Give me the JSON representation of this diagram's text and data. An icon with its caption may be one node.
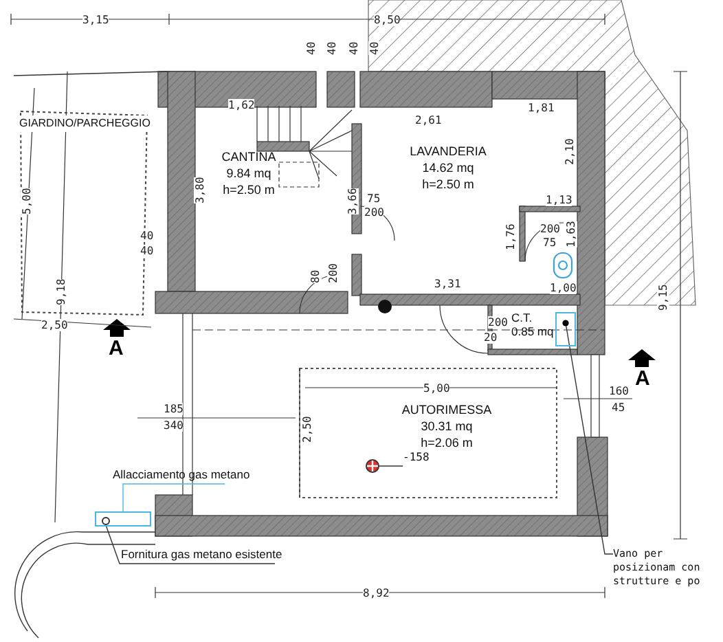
{
  "diagram": {
    "nodes": [
      {
        "text": [
          "GIARDINO/PARCHEGGIO"
        ]
      },
      {
        "text": [
          "CANTINA",
          "9.84 mq",
          "h=2.50 m"
        ]
      },
      {
        "text": [
          "LAVANDERIA",
          "14.62 mq",
          "h=2.50 m"
        ]
      },
      {
        "text": [
          "C.T.",
          "0.85 mq"
        ]
      },
      {
        "text": [
          "AUTORIMESSA",
          "30.31 mq",
          "h=2.06 m"
        ]
      },
      {
        "text": [],
        "shape": "box"
      },
      {
        "text": [],
        "shape": "circle",
        "in": 5
      },
      {
        "text": [
          "Allacciamento gas metano"
        ]
      },
      {
        "text": [
          "Fornitura gas metano esistente"
        ]
      },
      {
        "text": [
          "Vano per posizionam con strutture e po"
        ]
      },
      {
        "text": [],
        "shape": "box",
        "in": 3
      },
      {
        "text": [
          "-158"
        ]
      },
      {
        "text": [],
        "shape": "circle"
      }
    ],
    "edges": [
      {
        "from": 7,
        "to": 5,
        "arrow": "none",
        "color": "#49b6e8"
      },
      {
        "from": 8,
        "to": 6,
        "arrow": "none"
      },
      {
        "from": 9,
        "to": 10,
        "arrow": "other"
      },
      {
        "from": 11,
        "to": 12,
        "arrow": "none"
      }
    ],
    "labels": [
      "3,15",
      "8,50",
      "40",
      "40",
      "40",
      "40",
      "1,62",
      "2,61",
      "1,81",
      "3,80",
      "5,00",
      "2,10",
      "3,66",
      "75",
      "200",
      "1,13",
      "1,76",
      "200",
      "75",
      "1,63",
      "40",
      "40",
      "80",
      "200",
      "9,18",
      "3,31",
      "1,00",
      "9,15",
      "2,50",
      "A",
      "200",
      "20",
      "A",
      "5,00",
      "160",
      "185",
      "45",
      "340",
      "2,50",
      "8,92"
    ]
  }
}
